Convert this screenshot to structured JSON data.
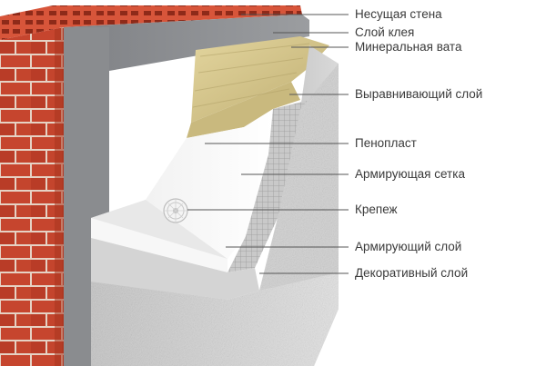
{
  "labels": [
    "Несущая стена",
    "Слой клея",
    "Минеральная вата",
    "Выравнивающий слой",
    "Пенопласт",
    "Армирующая сетка",
    "Крепеж",
    "Армирующий слой",
    "Декоративный слой"
  ],
  "colors": {
    "brick": "#c8462f",
    "mortar": "#e9d6c8",
    "adhesive": "#8d8f92",
    "mineral_wool": "#d8c891",
    "leveling": "#c9c9c9",
    "foam": "#f2f2f2",
    "mesh": "#b9b9b9",
    "reinforcing": "#d6d6d6",
    "decorative": "#cfcfcf",
    "leader_line": "#555555",
    "label_text": "#3a3a3a"
  },
  "icons": [
    "brick-wall-icon",
    "dowel-fastener-icon"
  ]
}
